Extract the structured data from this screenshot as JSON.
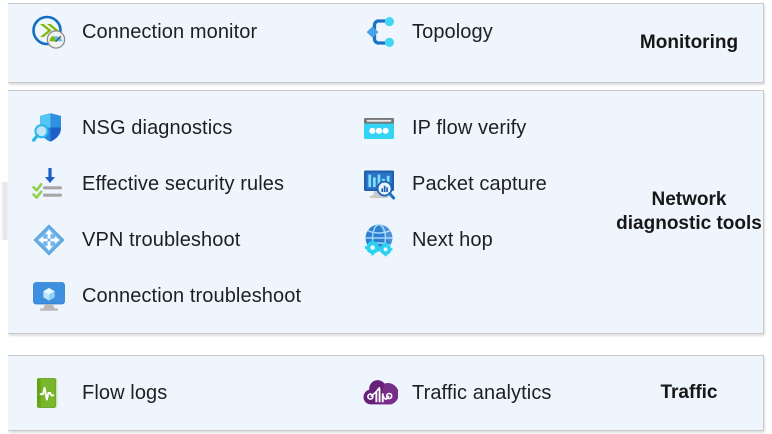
{
  "sections": [
    {
      "id": "monitoring",
      "category": "Monitoring",
      "left_items": [
        {
          "label": "Connection monitor",
          "icon": "connection-monitor-icon"
        }
      ],
      "mid_items": [
        {
          "label": "Topology",
          "icon": "topology-icon"
        }
      ]
    },
    {
      "id": "diagnostics",
      "category": "Network diagnostic tools",
      "left_items": [
        {
          "label": "NSG diagnostics",
          "icon": "nsg-diagnostics-icon"
        },
        {
          "label": "Effective security rules",
          "icon": "effective-security-rules-icon"
        },
        {
          "label": "VPN troubleshoot",
          "icon": "vpn-troubleshoot-icon"
        },
        {
          "label": "Connection troubleshoot",
          "icon": "connection-troubleshoot-icon"
        }
      ],
      "mid_items": [
        {
          "label": "IP flow verify",
          "icon": "ip-flow-verify-icon"
        },
        {
          "label": "Packet capture",
          "icon": "packet-capture-icon"
        },
        {
          "label": "Next hop",
          "icon": "next-hop-icon"
        }
      ]
    },
    {
      "id": "traffic",
      "category": "Traffic",
      "left_items": [
        {
          "label": "Flow logs",
          "icon": "flow-logs-icon"
        }
      ],
      "mid_items": [
        {
          "label": "Traffic analytics",
          "icon": "traffic-analytics-icon"
        }
      ]
    }
  ],
  "colors": {
    "panel_background": "#eff5fd",
    "panel_border": "#c9c9c9",
    "text": "#1f1f1f",
    "category_text": "#171717",
    "azure_blue": "#0078d4",
    "cyan": "#32d4f5",
    "green": "#7fba00",
    "purple": "#68217a"
  }
}
